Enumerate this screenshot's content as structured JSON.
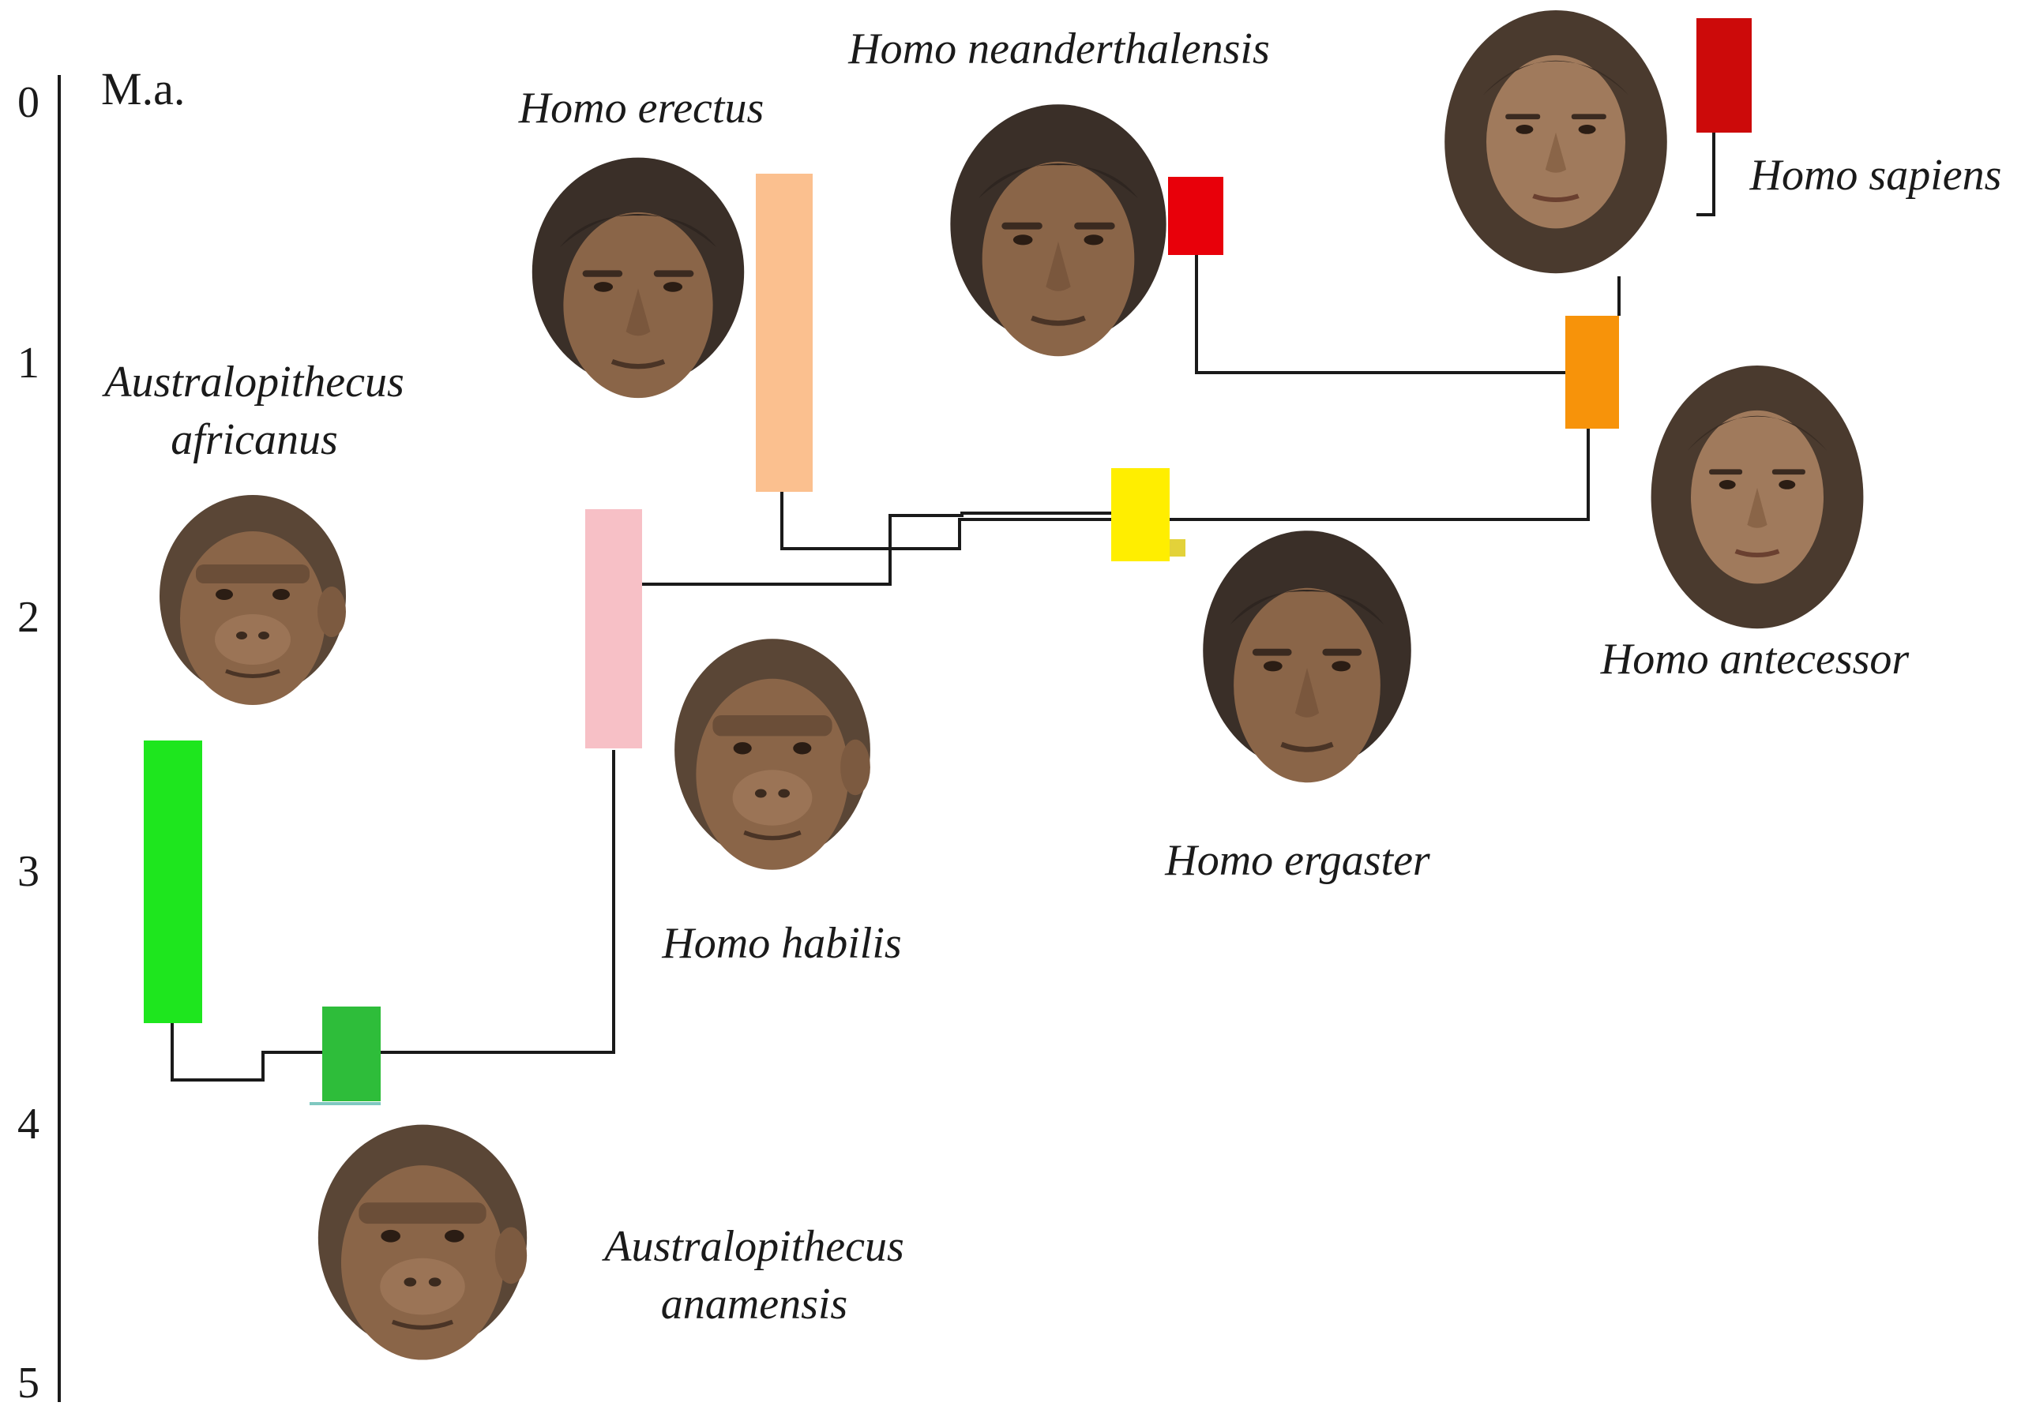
{
  "axis": {
    "unit": "M.a.",
    "ticks": [
      "0",
      "1",
      "2",
      "3",
      "4",
      "5"
    ]
  },
  "species": {
    "a_africanus": {
      "line1": "Australopithecus",
      "line2": "africanus",
      "color": "#1ee61e"
    },
    "a_anamensis": {
      "line1": "Australopithecus",
      "line2": "anamensis",
      "color": "#2ebd3a"
    },
    "h_habilis": {
      "label": "Homo habilis",
      "color": "#f7c0c6"
    },
    "h_erectus": {
      "label": "Homo erectus",
      "color": "#fbc08f"
    },
    "h_ergaster": {
      "label": "Homo ergaster",
      "color": "#ffee00"
    },
    "h_antecessor": {
      "label": "Homo antecessor",
      "color": "#f7930a"
    },
    "h_neanderthalensis": {
      "label": "Homo neanderthalensis",
      "color": "#e8000a"
    },
    "h_sapiens": {
      "label": "Homo sapiens",
      "color": "#cc0a0a"
    }
  },
  "colors": {
    "line": "#1a1a1a",
    "skin": "#8a6548",
    "hair_dark": "#3a2f28",
    "hair_ape": "#5a4636"
  }
}
